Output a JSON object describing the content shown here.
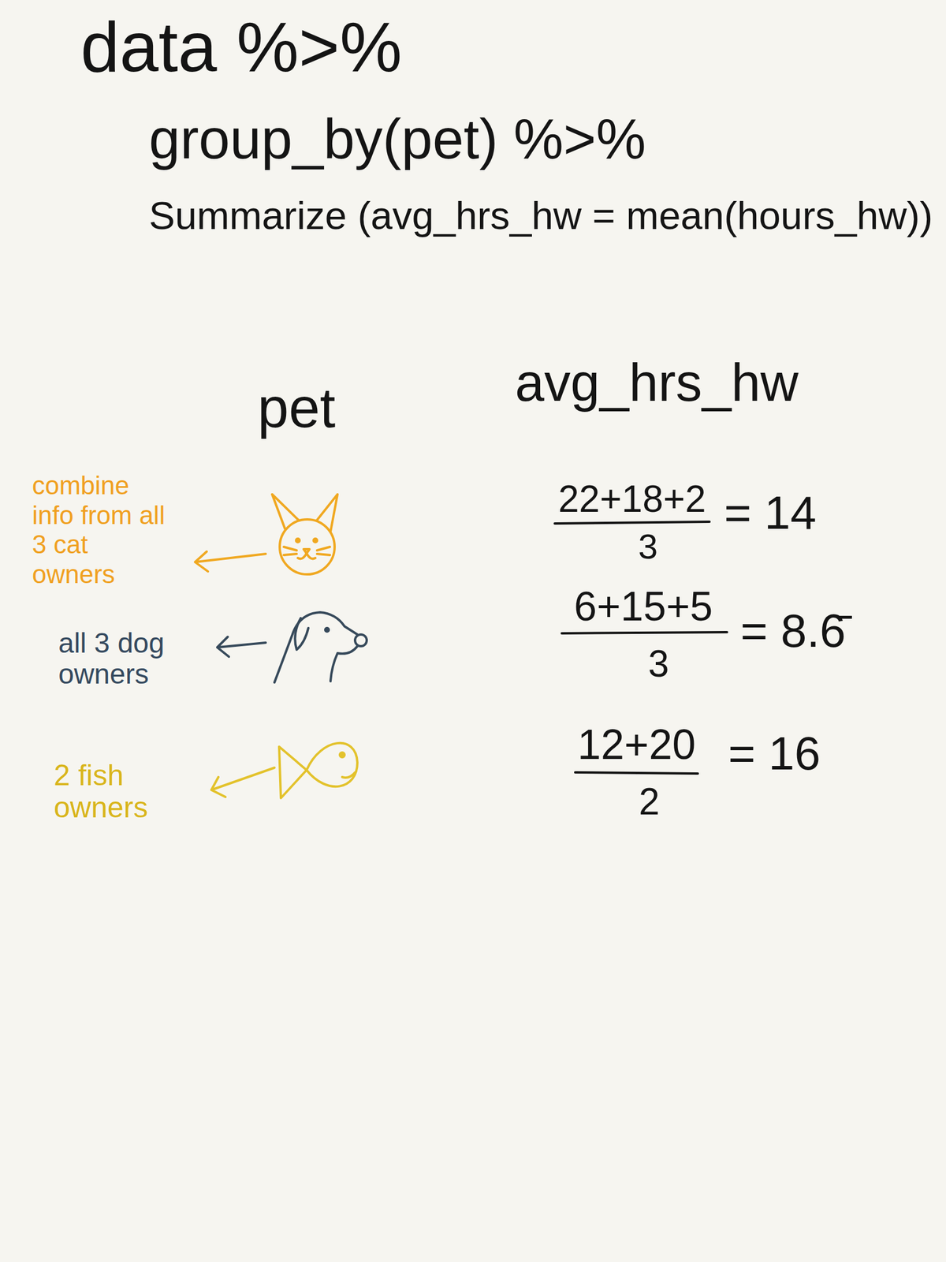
{
  "diagram": {
    "labels": [
      "data %>%",
      "group_by(pet) %>%",
      "Summarize (avg_hrs_hw = mean(hours_hw))",
      "pet",
      "avg_hrs_hw",
      "combine info from all 3 cat owners",
      "all 3 dog owners",
      "2 fish owners",
      "22+18+2",
      "3",
      "= 14",
      "6+15+5",
      "3",
      "= 8.6̄",
      "12+20",
      "2",
      "= 16"
    ]
  }
}
